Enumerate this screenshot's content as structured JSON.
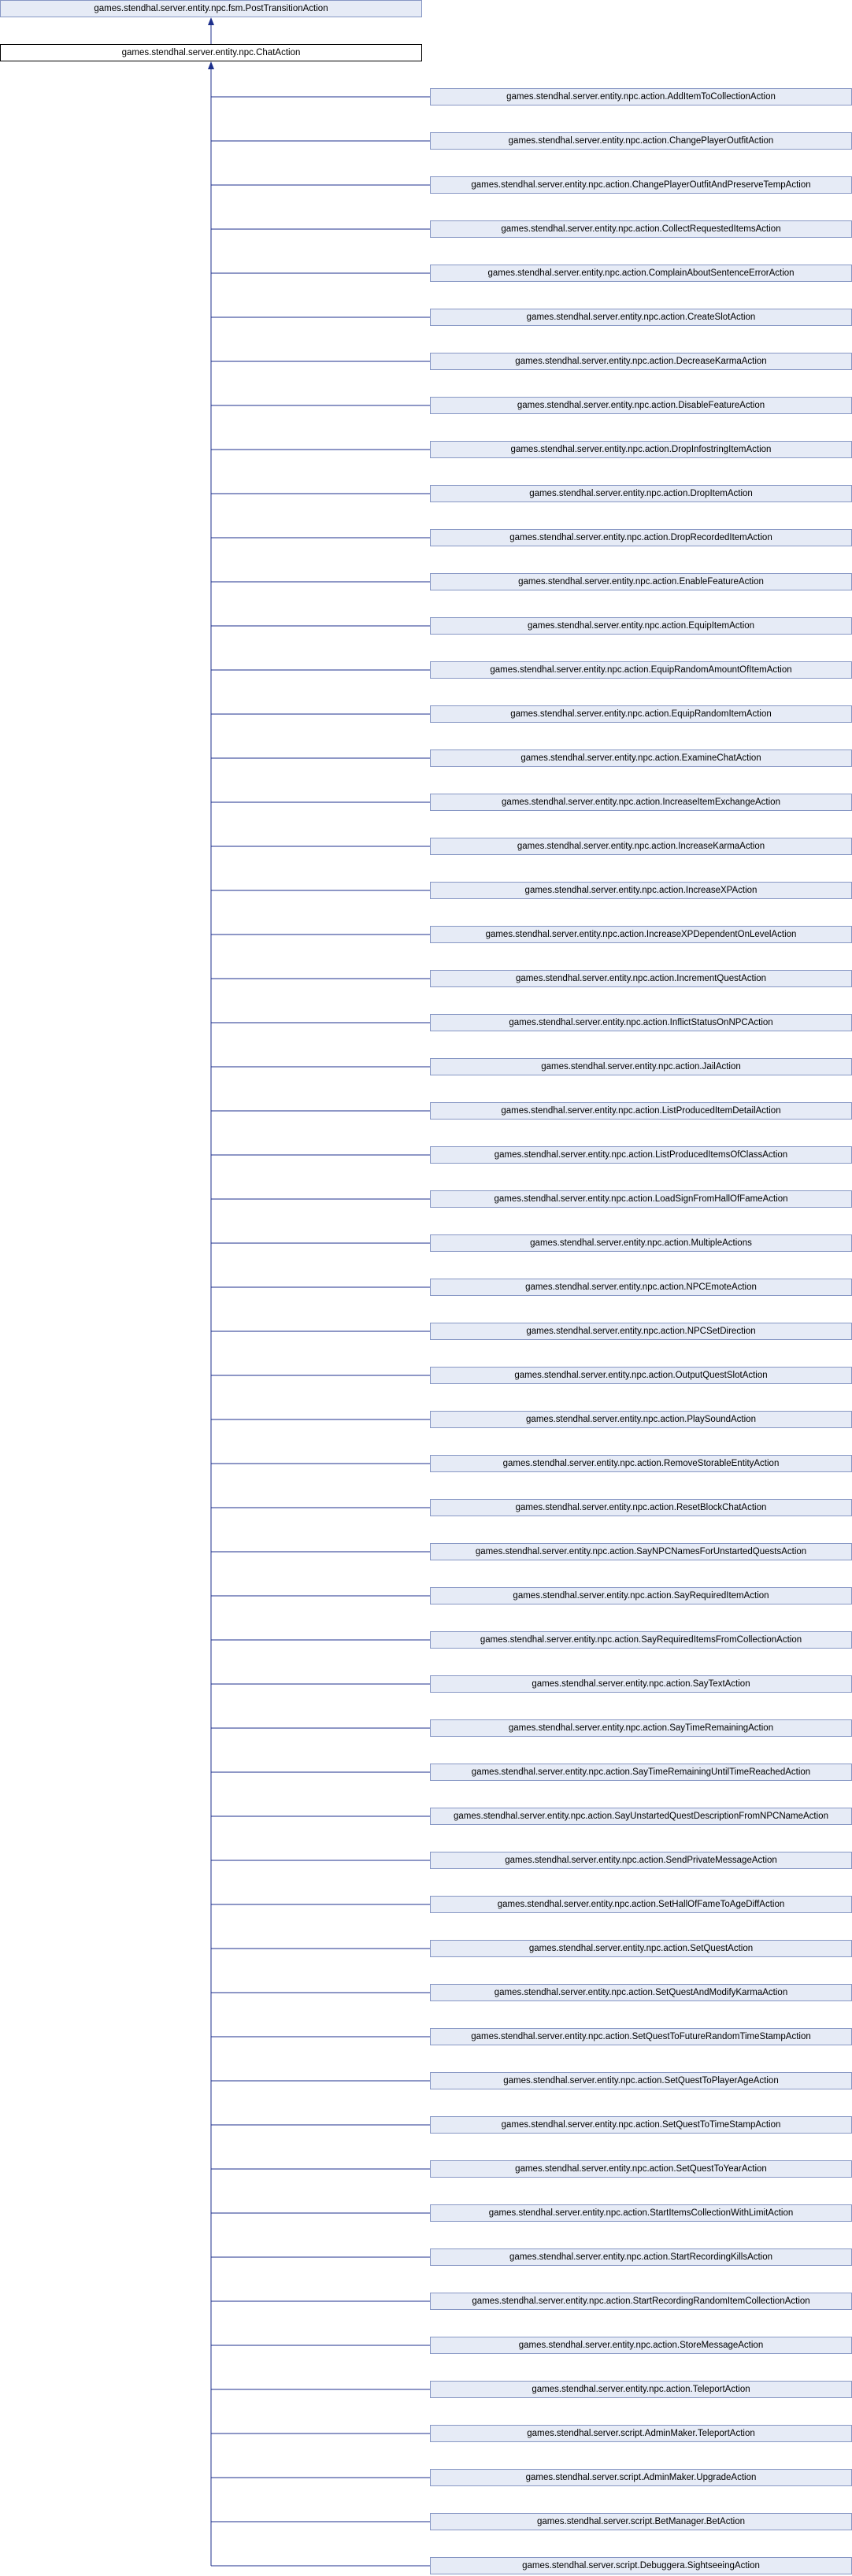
{
  "parent": "games.stendhal.server.entity.npc.fsm.PostTransitionAction",
  "current": "games.stendhal.server.entity.npc.ChatAction",
  "children": [
    "games.stendhal.server.entity.npc.action.AddItemToCollectionAction",
    "games.stendhal.server.entity.npc.action.ChangePlayerOutfitAction",
    "games.stendhal.server.entity.npc.action.ChangePlayerOutfitAndPreserveTempAction",
    "games.stendhal.server.entity.npc.action.CollectRequestedItemsAction",
    "games.stendhal.server.entity.npc.action.ComplainAboutSentenceErrorAction",
    "games.stendhal.server.entity.npc.action.CreateSlotAction",
    "games.stendhal.server.entity.npc.action.DecreaseKarmaAction",
    "games.stendhal.server.entity.npc.action.DisableFeatureAction",
    "games.stendhal.server.entity.npc.action.DropInfostringItemAction",
    "games.stendhal.server.entity.npc.action.DropItemAction",
    "games.stendhal.server.entity.npc.action.DropRecordedItemAction",
    "games.stendhal.server.entity.npc.action.EnableFeatureAction",
    "games.stendhal.server.entity.npc.action.EquipItemAction",
    "games.stendhal.server.entity.npc.action.EquipRandomAmountOfItemAction",
    "games.stendhal.server.entity.npc.action.EquipRandomItemAction",
    "games.stendhal.server.entity.npc.action.ExamineChatAction",
    "games.stendhal.server.entity.npc.action.IncreaseItemExchangeAction",
    "games.stendhal.server.entity.npc.action.IncreaseKarmaAction",
    "games.stendhal.server.entity.npc.action.IncreaseXPAction",
    "games.stendhal.server.entity.npc.action.IncreaseXPDependentOnLevelAction",
    "games.stendhal.server.entity.npc.action.IncrementQuestAction",
    "games.stendhal.server.entity.npc.action.InflictStatusOnNPCAction",
    "games.stendhal.server.entity.npc.action.JailAction",
    "games.stendhal.server.entity.npc.action.ListProducedItemDetailAction",
    "games.stendhal.server.entity.npc.action.ListProducedItemsOfClassAction",
    "games.stendhal.server.entity.npc.action.LoadSignFromHallOfFameAction",
    "games.stendhal.server.entity.npc.action.MultipleActions",
    "games.stendhal.server.entity.npc.action.NPCEmoteAction",
    "games.stendhal.server.entity.npc.action.NPCSetDirection",
    "games.stendhal.server.entity.npc.action.OutputQuestSlotAction",
    "games.stendhal.server.entity.npc.action.PlaySoundAction",
    "games.stendhal.server.entity.npc.action.RemoveStorableEntityAction",
    "games.stendhal.server.entity.npc.action.ResetBlockChatAction",
    "games.stendhal.server.entity.npc.action.SayNPCNamesForUnstartedQuestsAction",
    "games.stendhal.server.entity.npc.action.SayRequiredItemAction",
    "games.stendhal.server.entity.npc.action.SayRequiredItemsFromCollectionAction",
    "games.stendhal.server.entity.npc.action.SayTextAction",
    "games.stendhal.server.entity.npc.action.SayTimeRemainingAction",
    "games.stendhal.server.entity.npc.action.SayTimeRemainingUntilTimeReachedAction",
    "games.stendhal.server.entity.npc.action.SayUnstartedQuestDescriptionFromNPCNameAction",
    "games.stendhal.server.entity.npc.action.SendPrivateMessageAction",
    "games.stendhal.server.entity.npc.action.SetHallOfFameToAgeDiffAction",
    "games.stendhal.server.entity.npc.action.SetQuestAction",
    "games.stendhal.server.entity.npc.action.SetQuestAndModifyKarmaAction",
    "games.stendhal.server.entity.npc.action.SetQuestToFutureRandomTimeStampAction",
    "games.stendhal.server.entity.npc.action.SetQuestToPlayerAgeAction",
    "games.stendhal.server.entity.npc.action.SetQuestToTimeStampAction",
    "games.stendhal.server.entity.npc.action.SetQuestToYearAction",
    "games.stendhal.server.entity.npc.action.StartItemsCollectionWithLimitAction",
    "games.stendhal.server.entity.npc.action.StartRecordingKillsAction",
    "games.stendhal.server.entity.npc.action.StartRecordingRandomItemCollectionAction",
    "games.stendhal.server.entity.npc.action.StoreMessageAction",
    "games.stendhal.server.entity.npc.action.TeleportAction",
    "games.stendhal.server.script.AdminMaker.TeleportAction",
    "games.stendhal.server.script.AdminMaker.UpgradeAction",
    "games.stendhal.server.script.BetManager.BetAction",
    "games.stendhal.server.script.Debuggera.SightseeingAction"
  ],
  "colors": {
    "node_fill": "#e6ebf6",
    "node_border": "#8797c4",
    "focus_border": "#000000",
    "edge": "#1c2f8c"
  }
}
